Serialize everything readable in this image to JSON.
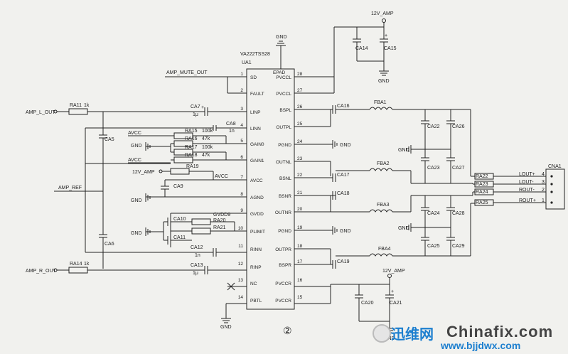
{
  "chip": {
    "part": "VA222TSS28",
    "ref": "UA1",
    "epad": "EPAD",
    "left_pins": [
      {
        "num": "1",
        "name": "SD"
      },
      {
        "num": "2",
        "name": "FAULT"
      },
      {
        "num": "3",
        "name": "LINP"
      },
      {
        "num": "4",
        "name": "LINN"
      },
      {
        "num": "5",
        "name": "GAIN0"
      },
      {
        "num": "6",
        "name": "GAIN1"
      },
      {
        "num": "7",
        "name": "AVCC"
      },
      {
        "num": "8",
        "name": "AGND"
      },
      {
        "num": "9",
        "name": "GVDD"
      },
      {
        "num": "10",
        "name": "PLIMIT"
      },
      {
        "num": "11",
        "name": "RINN"
      },
      {
        "num": "12",
        "name": "RINP"
      },
      {
        "num": "13",
        "name": "NC"
      },
      {
        "num": "14",
        "name": "PBTL"
      }
    ],
    "right_pins": [
      {
        "num": "28",
        "name": "PVCCL"
      },
      {
        "num": "27",
        "name": "PVCCL"
      },
      {
        "num": "26",
        "name": "BSPL"
      },
      {
        "num": "25",
        "name": "OUTPL"
      },
      {
        "num": "24",
        "name": "PGND"
      },
      {
        "num": "23",
        "name": "OUTNL"
      },
      {
        "num": "22",
        "name": "BSNL"
      },
      {
        "num": "21",
        "name": "BSNR"
      },
      {
        "num": "20",
        "name": "OUTNR"
      },
      {
        "num": "19",
        "name": "PGND"
      },
      {
        "num": "18",
        "name": "OUTPR"
      },
      {
        "num": "17",
        "name": "BSPR"
      },
      {
        "num": "16",
        "name": "PVCCR"
      },
      {
        "num": "15",
        "name": "PVCCR"
      }
    ]
  },
  "nets": {
    "amp_mute_out": "AMP_MUTE_OUT",
    "amp_l_out": "AMP_L_OUT",
    "amp_ref": "AMP_REF",
    "amp_r_out": "AMP_R_OUT",
    "avcc_a": "AVCC",
    "avcc_b": "AVCC",
    "avcc_c": "AVCC",
    "v12_a": "12V_AMP",
    "v12_b": "12V_AMP",
    "v12_c": "12V_AMP",
    "gvdd": "GVDD9",
    "gnd_top": "GND",
    "gnd_a": "GND",
    "gnd_b": "GND",
    "gnd_c": "GND",
    "gnd_d": "GND",
    "gnd_e": "GND",
    "gnd_f": "GND",
    "gnd_g": "GND",
    "gnd_h": "GND",
    "gnd_i": "GND",
    "gnd_j": "GND"
  },
  "parts": {
    "ra11": "RA11",
    "ra11v": "1k",
    "ra14": "RA14",
    "ra14v": "1k",
    "ra15": "RA15",
    "ra15v": "100k",
    "ra16": "RA16",
    "ra16v": "47k",
    "ra17": "RA17",
    "ra17v": "100k",
    "ra18": "RA18",
    "ra18v": "47k",
    "ra19": "RA19",
    "ra20": "RA20",
    "ra21": "RA21",
    "ra22": "RA22",
    "ra23": "RA23",
    "ra24": "RA24",
    "ra25": "RA25",
    "ca5": "CA5",
    "ca6": "CA6",
    "ca7": "CA7",
    "ca7v": "1μ",
    "ca8": "CA8",
    "ca8v": "1n",
    "ca9": "CA9",
    "ca10": "CA10",
    "ca11": "CA11",
    "ca12": "CA12",
    "ca12v": "1n",
    "ca13": "CA13",
    "ca13v": "1μ",
    "ca14": "CA14",
    "ca15": "CA15",
    "ca16": "CA16",
    "ca17": "CA17",
    "ca18": "CA18",
    "ca19": "CA19",
    "ca20": "CA20",
    "ca21": "CA21",
    "ca22": "CA22",
    "ca23": "CA23",
    "ca24": "CA24",
    "ca25": "CA25",
    "ca26": "CA26",
    "ca27": "CA27",
    "ca28": "CA28",
    "ca29": "CA29",
    "fba1": "FBA1",
    "fba2": "FBA2",
    "fba3": "FBA3",
    "fba4": "FBA4",
    "cna1": "CNA1"
  },
  "connector": [
    {
      "signal": "LOUT+",
      "pin": "4"
    },
    {
      "signal": "LOUT-",
      "pin": "3"
    },
    {
      "signal": "ROUT-",
      "pin": "2"
    },
    {
      "signal": "ROUT+",
      "pin": "1"
    }
  ],
  "figure_number": "②",
  "watermark": {
    "cn": "迅维网",
    "en": "Chinafix.com",
    "url": "www.bjjdwx.com"
  }
}
